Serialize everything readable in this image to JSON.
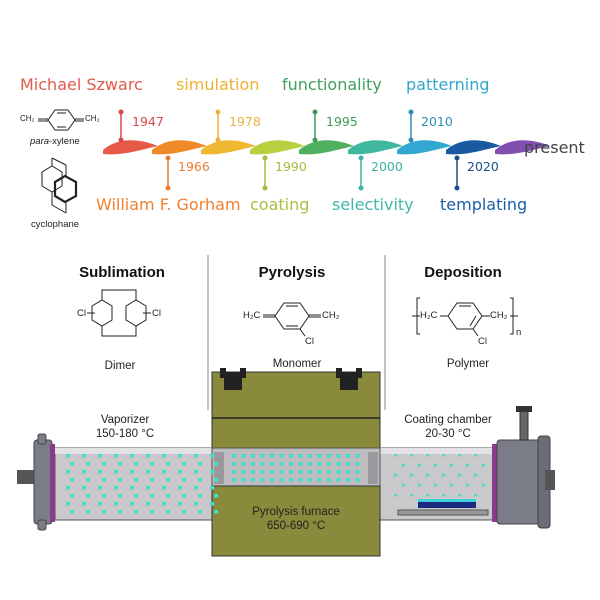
{
  "timeline": {
    "top_labels": [
      {
        "text": "Michael Szwarc",
        "color": "#e05a4a"
      },
      {
        "text": "simulation",
        "color": "#f0b030"
      },
      {
        "text": "functionality",
        "color": "#3fa060"
      },
      {
        "text": "patterning",
        "color": "#30a8c8"
      }
    ],
    "bottom_labels": [
      {
        "text": "William F. Gorham",
        "color": "#f08030"
      },
      {
        "text": "coating",
        "color": "#a8c040"
      },
      {
        "text": "selectivity",
        "color": "#40b8a8"
      },
      {
        "text": "templating",
        "color": "#1a5ea8"
      }
    ],
    "years_top": [
      {
        "text": "1947",
        "color": "#d84848"
      },
      {
        "text": "1978",
        "color": "#f0b040"
      },
      {
        "text": "1995",
        "color": "#3f9a5a"
      },
      {
        "text": "2010",
        "color": "#2e8fb8"
      }
    ],
    "years_bottom": [
      {
        "text": "1966",
        "color": "#ee7a30"
      },
      {
        "text": "1990",
        "color": "#a8b840"
      },
      {
        "text": "2000",
        "color": "#40b0a0"
      },
      {
        "text": "2020",
        "color": "#1a4e8a"
      }
    ],
    "present": "present",
    "wave_colors": [
      "#e85a48",
      "#f08a28",
      "#f0b830",
      "#b8d040",
      "#50b060",
      "#40b8a0",
      "#30a8d0",
      "#1a5aa0",
      "#8050b0"
    ]
  },
  "molecules": {
    "para_xylene": {
      "label_italic": "para",
      "label_rest": "-xylene",
      "ch2": "CH₂"
    },
    "cyclophane": {
      "label": "cyclophane"
    }
  },
  "stages": [
    {
      "title": "Sublimation",
      "molecule": "Dimer",
      "cl": "Cl"
    },
    {
      "title": "Pyrolysis",
      "molecule": "Monomer",
      "h2c": "H₂C",
      "ch2": "CH₂",
      "cl": "Cl"
    },
    {
      "title": "Deposition",
      "molecule": "Polymer",
      "h2c": "H₂C",
      "ch2": "CH₂",
      "cl": "Cl",
      "n": "n"
    }
  ],
  "apparatus": {
    "vaporizer": {
      "name": "Vaporizer",
      "temp": "150-180 °C"
    },
    "chamber": {
      "name": "Coating chamber",
      "temp": "20-30 °C"
    },
    "furnace": {
      "name": "Pyrolysis furnace",
      "temp": "650-690 °C"
    },
    "colors": {
      "tube": "#c9c9cb",
      "furnace": "#8a8a3c",
      "dots": "#3fe0d0",
      "flange": "#7a7c88",
      "oring": "#8a3a8a"
    }
  }
}
